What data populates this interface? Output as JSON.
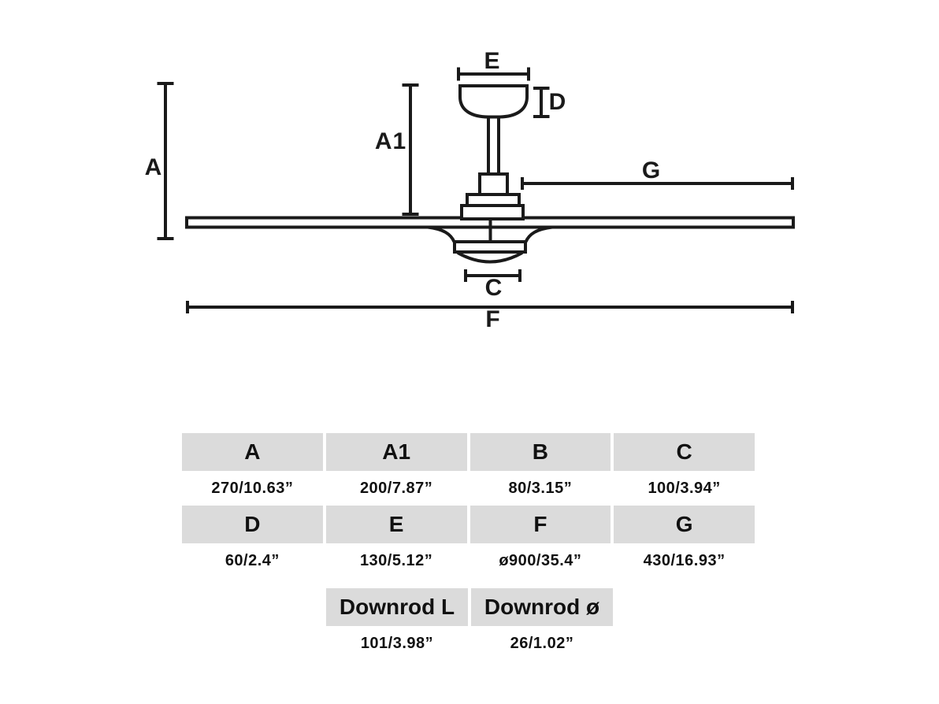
{
  "diagram": {
    "stroke_color": "#1a1a1a",
    "labels": {
      "A": "A",
      "A1": "A1",
      "C": "C",
      "D": "D",
      "E": "E",
      "F": "F",
      "G": "G"
    }
  },
  "table": {
    "header_bg": "#dbdbdb",
    "main_rows": [
      {
        "type": "header",
        "cells": [
          "A",
          "A1",
          "B",
          "C"
        ]
      },
      {
        "type": "value",
        "cells": [
          "270/10.63”",
          "200/7.87”",
          "80/3.15”",
          "100/3.94”"
        ]
      },
      {
        "type": "header",
        "cells": [
          "D",
          "E",
          "F",
          "G"
        ]
      },
      {
        "type": "value",
        "cells": [
          "60/2.4”",
          "130/5.12”",
          "ø900/35.4”",
          "430/16.93”"
        ]
      }
    ],
    "downrod_rows": [
      {
        "type": "header",
        "cells": [
          "Downrod L",
          "Downrod ø"
        ]
      },
      {
        "type": "value",
        "cells": [
          "101/3.98”",
          "26/1.02”"
        ]
      }
    ]
  }
}
